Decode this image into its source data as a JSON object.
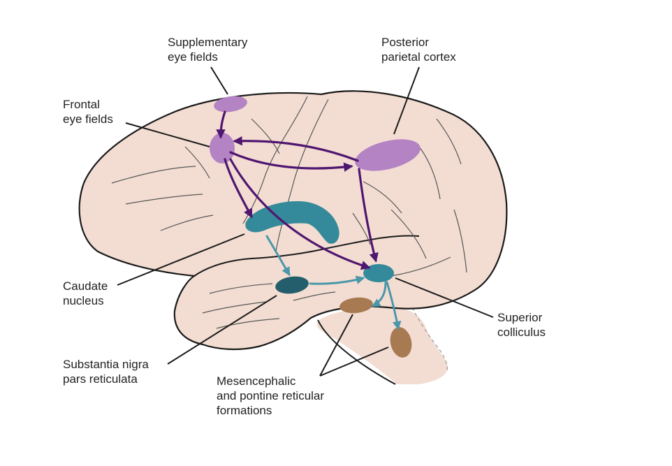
{
  "labels": {
    "supplementary_eye_fields": [
      "Supplementary",
      "eye fields"
    ],
    "posterior_parietal_cortex": [
      "Posterior",
      "parietal cortex"
    ],
    "frontal_eye_fields": [
      "Frontal",
      "eye fields"
    ],
    "caudate_nucleus": [
      "Caudate",
      "nucleus"
    ],
    "superior_colliculus": [
      "Superior",
      "colliculus"
    ],
    "substantia_nigra": [
      "Substantia nigra",
      "pars reticulata"
    ],
    "reticular_formations": [
      "Mesencephalic",
      "and pontine reticular",
      "formations"
    ]
  },
  "colors": {
    "brain_fill": "#f3ddd2",
    "outline": "#1a1a1a",
    "purple_region": "#b383c4",
    "purple_arrow": "#4f1670",
    "teal_region": "#34899a",
    "teal_dark": "#245e6c",
    "teal_arrow": "#4a97aa",
    "brown_region": "#a87a52"
  }
}
